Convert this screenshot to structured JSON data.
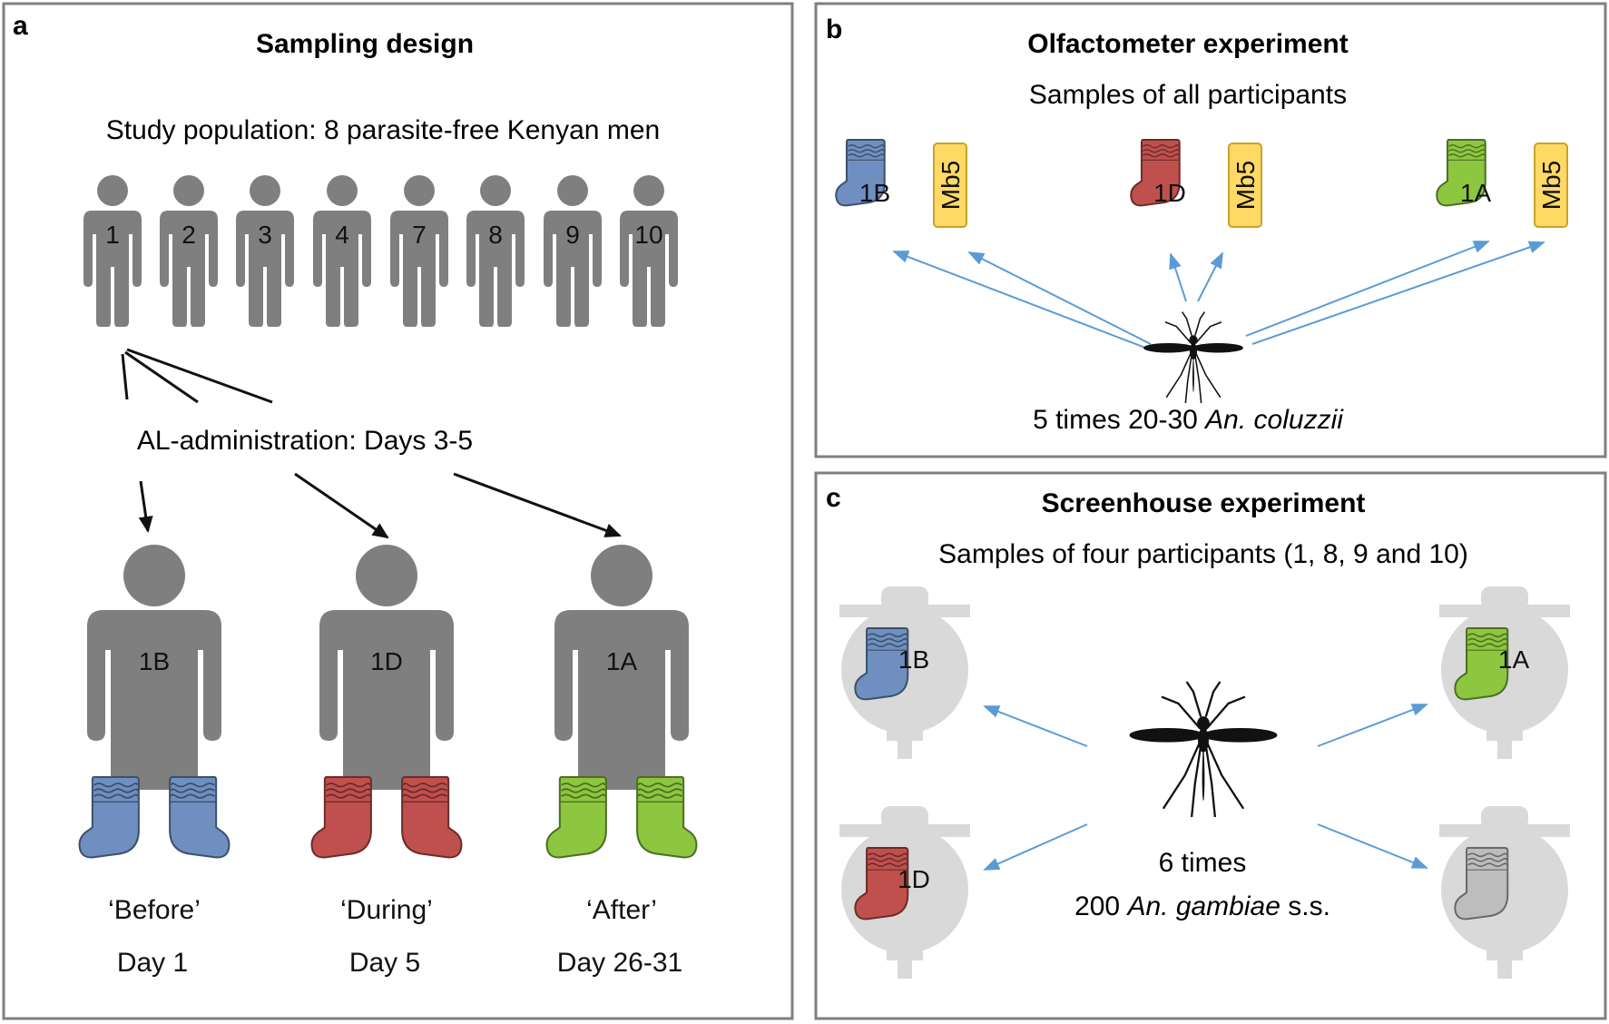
{
  "panels": {
    "a": {
      "letter": "a",
      "title": "Sampling design",
      "population": "Study population: 8 parasite-free Kenyan men",
      "participants": [
        "1",
        "2",
        "3",
        "4",
        "7",
        "8",
        "9",
        "10"
      ],
      "administration": "AL-administration: Days 3-5",
      "phases": [
        {
          "code": "1B",
          "name": "‘Before’",
          "day": "Day 1",
          "color": "#6f8fc0"
        },
        {
          "code": "1D",
          "name": "‘During’",
          "day": "Day 5",
          "color": "#c0504d"
        },
        {
          "code": "1A",
          "name": "‘After’",
          "day": "Day 26-31",
          "color": "#8dc63f"
        }
      ]
    },
    "b": {
      "letter": "b",
      "title": "Olfactometer experiment",
      "subtitle": "Samples of all participants",
      "control": "Mb5",
      "socks": [
        "1B",
        "1D",
        "1A"
      ],
      "caption_prefix": "5 times 20-30 ",
      "caption_species": "An. coluzzii"
    },
    "c": {
      "letter": "c",
      "title": "Screenhouse experiment",
      "subtitle": "Samples of four participants (1, 8, 9 and 10)",
      "traps": [
        "1B",
        "1A",
        "1D",
        ""
      ],
      "caption_line1": "6 times",
      "caption_prefix": "200 ",
      "caption_species": "An. gambiae",
      "caption_suffix": " s.s."
    }
  },
  "colors": {
    "before": "#6f8fc0",
    "during": "#c0504d",
    "after": "#8dc63f",
    "control_sock": "#bdbdbd",
    "person": "#7f7f7f",
    "trap": "#d9d9d9",
    "arrow_blue": "#5b9bd5",
    "mb5_fill": "#ffd966",
    "mb5_border": "#c9a227",
    "panel_border": "#7f7f7f"
  },
  "icons": {
    "person": "person-icon",
    "sock": "sock-icon",
    "mosquito": "mosquito-icon",
    "trap": "trap-icon"
  }
}
